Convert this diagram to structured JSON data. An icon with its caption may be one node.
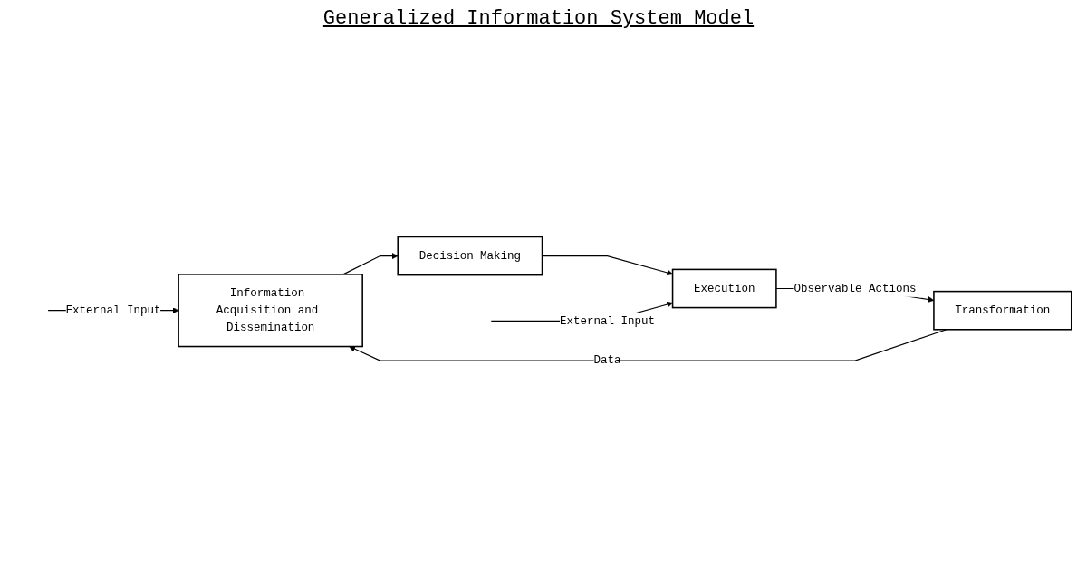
{
  "diagram": {
    "title": "Generalized Information System Model",
    "nodes": [
      {
        "text": [
          "Information Acquisition and Dissemination"
        ]
      },
      {
        "text": [
          "Decision Making"
        ]
      },
      {
        "text": [
          "Execution"
        ]
      },
      {
        "text": [
          "Transformation"
        ]
      }
    ],
    "edges": [
      {
        "from": null,
        "to": 0,
        "arrow": "to",
        "label": "External Input"
      },
      {
        "from": 0,
        "to": 1,
        "arrow": "to"
      },
      {
        "from": 1,
        "to": 2,
        "arrow": "to"
      },
      {
        "from": null,
        "to": 2,
        "arrow": "to",
        "label": "External Input"
      },
      {
        "from": 2,
        "to": 3,
        "arrow": "to",
        "label": "Observable Actions"
      },
      {
        "from": 3,
        "to": 0,
        "arrow": "to",
        "label": "Data"
      }
    ]
  }
}
